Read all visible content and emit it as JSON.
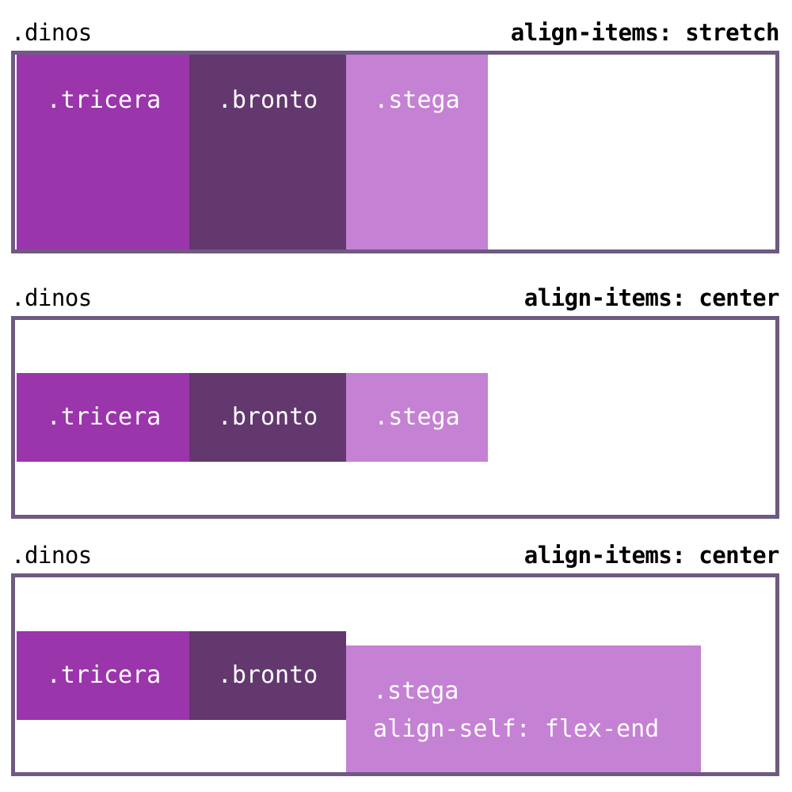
{
  "sections": [
    {
      "container_label": ".dinos",
      "property_label": "align-items: stretch",
      "items": [
        {
          "label": ".tricera"
        },
        {
          "label": ".bronto"
        },
        {
          "label": ".stega"
        }
      ]
    },
    {
      "container_label": ".dinos",
      "property_label": "align-items: center",
      "items": [
        {
          "label": ".tricera"
        },
        {
          "label": ".bronto"
        },
        {
          "label": ".stega"
        }
      ]
    },
    {
      "container_label": ".dinos",
      "property_label": "align-items: center",
      "items": [
        {
          "label": ".tricera"
        },
        {
          "label": ".bronto"
        },
        {
          "label": ".stega",
          "extra": "align-self: flex-end"
        }
      ]
    }
  ],
  "colors": {
    "tricera": "#9b35ac",
    "bronto": "#63386e",
    "stega": "#c581d3",
    "container_border": "#6e5a82"
  }
}
